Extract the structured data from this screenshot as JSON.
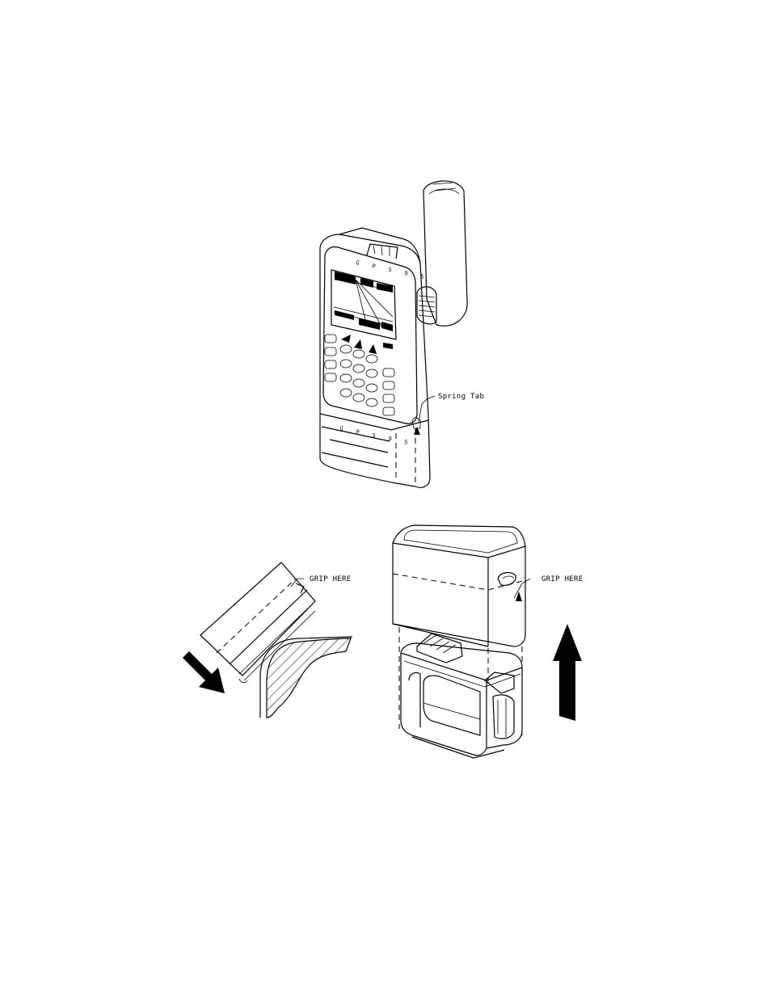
{
  "labels": {
    "spring_tab": "Spring Tab",
    "grip_here_left": "GRIP HERE",
    "grip_here_right": "GRIP HERE"
  },
  "device": {
    "brand_top": "G P S 9 5",
    "brand_bottom": "G P S 9 5"
  },
  "colors": {
    "ink": "#000000",
    "paper": "#ffffff"
  }
}
